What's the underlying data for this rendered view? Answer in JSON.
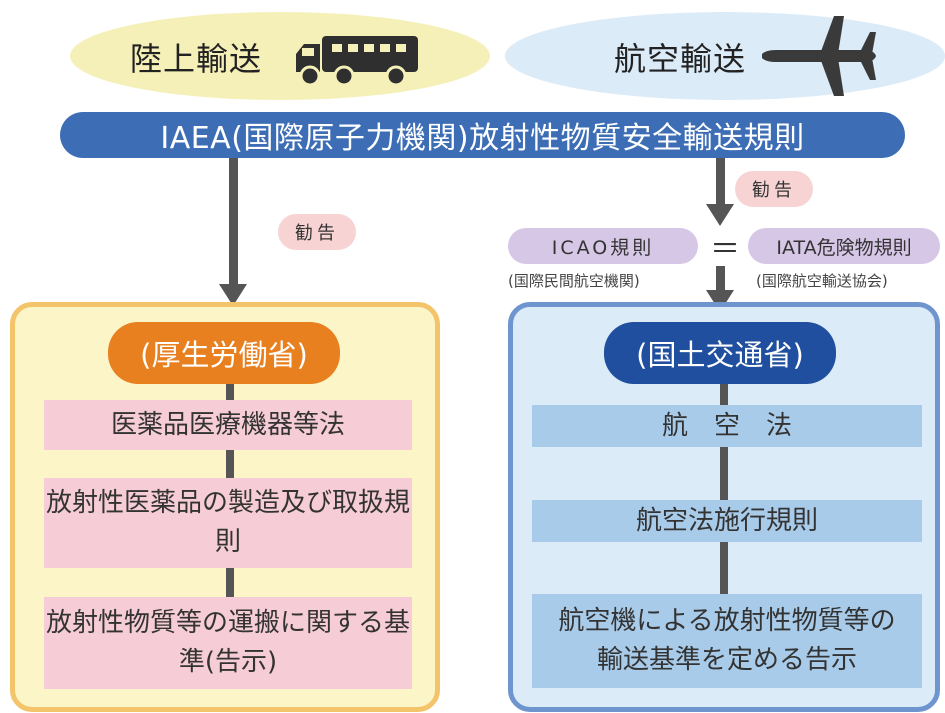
{
  "transport": {
    "land_label": "陸上輸送",
    "air_label": "航空輸送"
  },
  "icons": {
    "land": "truck-icon",
    "air": "airplane-icon"
  },
  "banner": {
    "text": "IAEA(国際原子力機関)放射性物質安全輸送規則"
  },
  "recommend": {
    "left": "勧告",
    "right": "勧告"
  },
  "intermediate": {
    "icao_label": "ICAO規則",
    "equals": "＝",
    "iata_label": "IATA危険物規則",
    "icao_note": "(国際民間航空機関)",
    "iata_note": "(国際航空輸送協会)"
  },
  "left_panel": {
    "ministry": "(厚生労働省)",
    "laws": [
      "医薬品医療機器等法",
      "放射性医薬品の製造及び取扱規則",
      "放射性物質等の運搬に関する基準(告示)"
    ]
  },
  "right_panel": {
    "ministry": "(国土交通省)",
    "laws": [
      "航　空　法",
      "航空法施行規則",
      "航空機による放射性物質等の輸送基準を定める告示"
    ]
  },
  "colors": {
    "banner": "#3d6eb5",
    "mhlw": "#e88020",
    "mlit": "#1f4f9e",
    "left_panel_border": "#f4c46a",
    "right_panel_border": "#6f95cf"
  }
}
